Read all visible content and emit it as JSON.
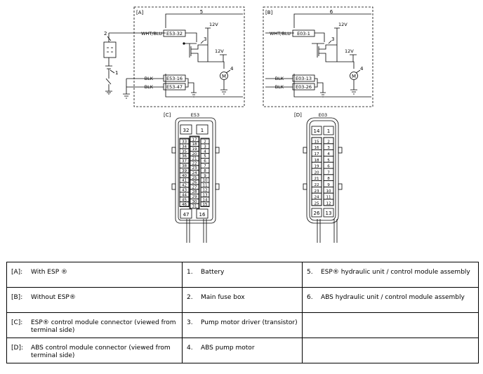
{
  "diagram": {
    "panel_a": {
      "label": "[A]",
      "module_pin": "5",
      "wire_signal": "WHT/BLU",
      "pin_signal": "E53-32",
      "voltage_top": "12V",
      "voltage_motor": "12V",
      "ground_wire_1": "BLK",
      "ground_pin_1": "E53-16",
      "ground_wire_2": "BLK",
      "ground_pin_2": "E53-47",
      "callout_2": "2",
      "callout_1": "1",
      "callout_3": "3",
      "callout_4": "4",
      "motor_symbol": "M"
    },
    "panel_b": {
      "label": "[B]",
      "module_pin": "6",
      "wire_signal": "WHT/BLU",
      "pin_signal": "E03-1",
      "voltage_top": "12V",
      "voltage_motor": "12V",
      "ground_wire_1": "BLK",
      "ground_pin_1": "E03-13",
      "ground_wire_2": "BLK",
      "ground_pin_2": "E03-26",
      "callout_3": "3",
      "callout_4": "4",
      "motor_symbol": "M"
    },
    "connector_c": {
      "label": "[C]",
      "name": "E53",
      "top_left": "32",
      "top_right": "1",
      "bottom_left": "47",
      "bottom_right": "16",
      "left_pins": [
        "33",
        "34",
        "35",
        "36",
        "37",
        "38",
        "39",
        "40",
        "41",
        "42",
        "43",
        "44",
        "45",
        "46"
      ],
      "mid_left_pins": [
        "17",
        "18",
        "19",
        "20",
        "21",
        "22",
        "23",
        "24",
        "25",
        "26",
        "27",
        "28",
        "29",
        "30",
        "31"
      ],
      "right_pins": [
        "2",
        "3",
        "4",
        "5",
        "6",
        "7",
        "8",
        "9",
        "10",
        "11",
        "12",
        "13",
        "14",
        "15"
      ]
    },
    "connector_d": {
      "label": "[D]",
      "name": "E03",
      "top_left": "14",
      "top_right": "1",
      "bottom_left": "26",
      "bottom_right": "13",
      "left_pins": [
        "15",
        "16",
        "17",
        "18",
        "19",
        "20",
        "21",
        "22",
        "23",
        "24",
        "25"
      ],
      "right_pins": [
        "2",
        "3",
        "4",
        "5",
        "6",
        "7",
        "8",
        "9",
        "10",
        "11",
        "12"
      ]
    }
  },
  "legend": {
    "rows": [
      {
        "c1": {
          "key": "[A]:",
          "text": "With ESP ®"
        },
        "c2": {
          "num": "1.",
          "text": "Battery"
        },
        "c3": {
          "num": "5.",
          "text": "ESP® hydraulic unit / control module assembly"
        }
      },
      {
        "c1": {
          "key": "[B]:",
          "text": "Without ESP®"
        },
        "c2": {
          "num": "2.",
          "text": "Main fuse box"
        },
        "c3": {
          "num": "6.",
          "text": "ABS hydraulic unit / control module assembly"
        }
      },
      {
        "c1": {
          "key": "[C]:",
          "text": "ESP® control module connector (viewed from terminal side)"
        },
        "c2": {
          "num": "3.",
          "text": "Pump motor driver (transistor)"
        },
        "c3": {
          "num": "",
          "text": ""
        }
      },
      {
        "c1": {
          "key": "[D]:",
          "text": "ABS control module connector (viewed from terminal side)"
        },
        "c2": {
          "num": "4.",
          "text": "ABS pump motor"
        },
        "c3": {
          "num": "",
          "text": ""
        }
      }
    ]
  }
}
